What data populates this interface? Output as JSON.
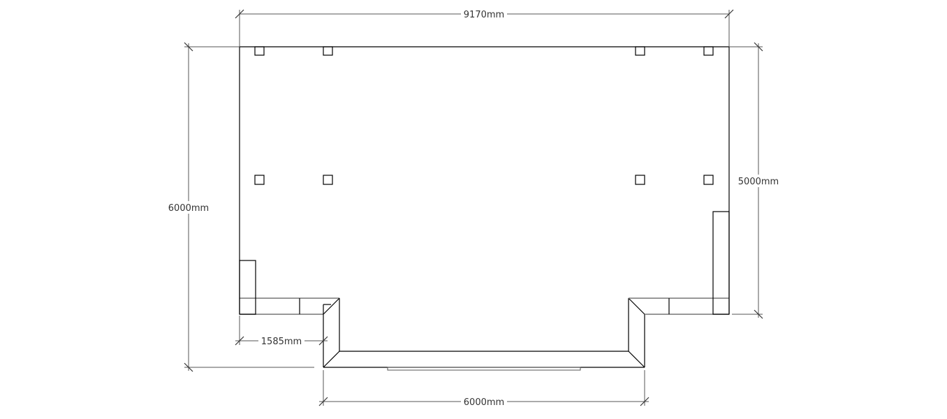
{
  "dimensions": {
    "top_width": "9170mm",
    "left_height": "6000mm",
    "right_height": "5000mm",
    "bottom_left_offset": "1585mm",
    "bottom_width": "6000mm"
  },
  "colors": {
    "wall": "#000000",
    "dimension": "#555555"
  }
}
